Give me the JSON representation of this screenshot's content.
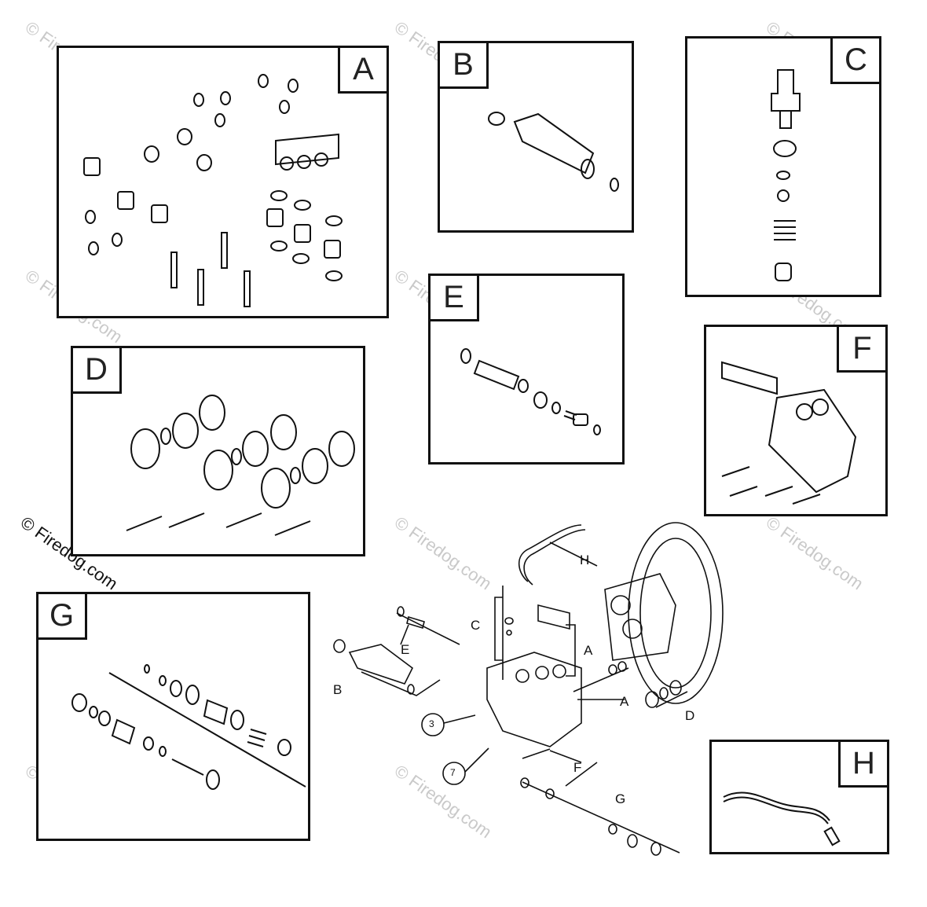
{
  "watermark": "© Firedog.com",
  "panels": {
    "A": "A",
    "B": "B",
    "C": "C",
    "D": "D",
    "E": "E",
    "F": "F",
    "G": "G",
    "H": "H"
  },
  "assembly_labels": {
    "A1": "A",
    "A2": "A",
    "B": "B",
    "C": "C",
    "D": "D",
    "E": "E",
    "F": "F",
    "G": "G",
    "H": "H"
  },
  "callouts": {
    "three": "3",
    "seven": "7"
  }
}
